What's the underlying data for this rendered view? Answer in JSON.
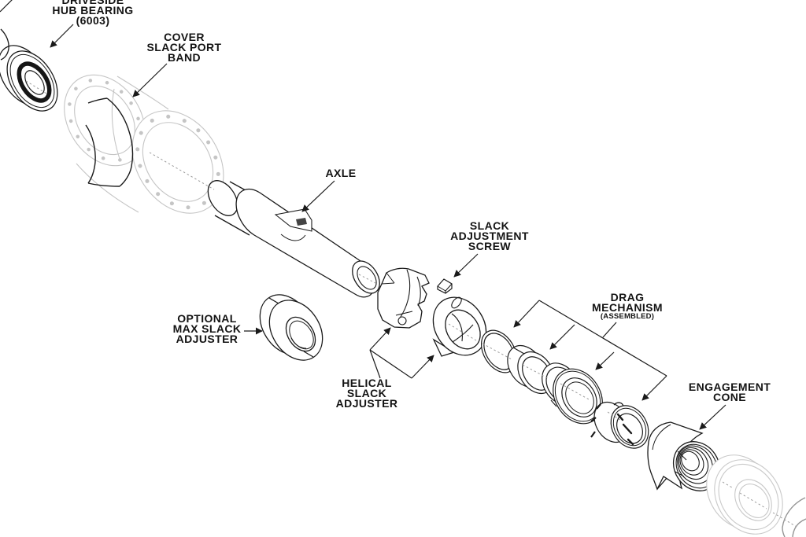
{
  "diagram": {
    "labels": {
      "driveside_hub_bearing": {
        "lines": [
          "DRIVESIDE",
          "HUB BEARING",
          "(6003)"
        ]
      },
      "cover_slack_port_band": {
        "lines": [
          "COVER",
          "SLACK PORT",
          "BAND"
        ]
      },
      "axle": {
        "lines": [
          "AXLE"
        ]
      },
      "slack_adjustment_screw": {
        "lines": [
          "SLACK",
          "ADJUSTMENT",
          "SCREW"
        ]
      },
      "optional_max_slack_adjuster": {
        "lines": [
          "OPTIONAL",
          "MAX SLACK",
          "ADJUSTER"
        ]
      },
      "helical_slack_adjuster": {
        "lines": [
          "HELICAL",
          "SLACK",
          "ADJUSTER"
        ]
      },
      "drag_mechanism": {
        "lines": [
          "DRAG",
          "MECHANISM"
        ],
        "sub": "(ASSEMBLED)"
      },
      "engagement_cone": {
        "lines": [
          "ENGAGEMENT",
          "CONE"
        ]
      }
    },
    "colors": {
      "background": "#ffffff",
      "ink": "#1a1a1a",
      "label_text": "#131313",
      "hub_ghost_gray": "#c5c5c5",
      "part_ghost_gray": "#c9c9c9",
      "edge_part_gray": "#949494",
      "centerline_gray": "#9b9b9b"
    }
  }
}
